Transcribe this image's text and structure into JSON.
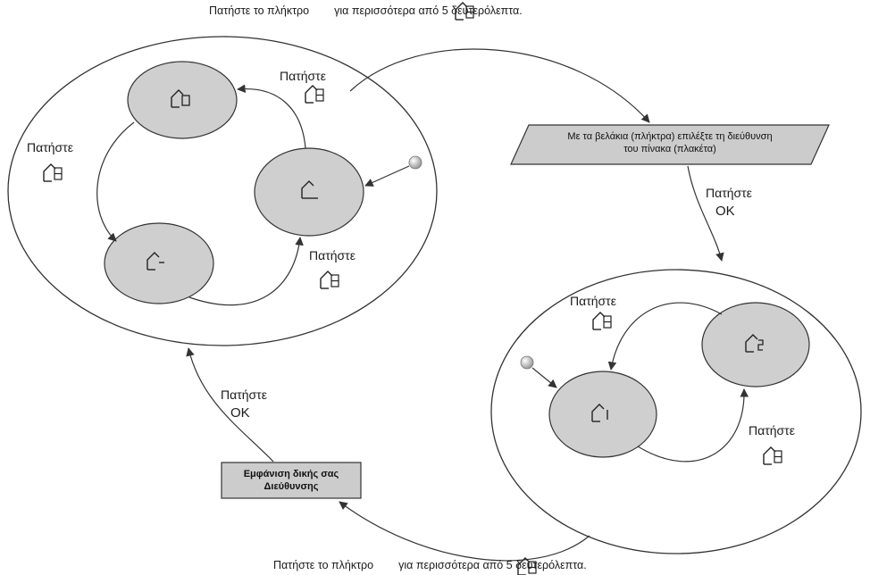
{
  "captions": {
    "top_before": "Πατήστε το πλήκτρο",
    "top_after": "για περισσότερα από 5 δευτερόλεπτα.",
    "bottom_before": "Πατήστε το πλήκτρο",
    "bottom_after": "για περισσότερα από 5 δευτερόλεπτα."
  },
  "labels": {
    "press": "Πατήστε",
    "ok": "OK"
  },
  "parallelogram": {
    "line1": "Με τα βελάκια (πλήκτρα) επιλέξτε τη διεύθυνση",
    "line2": "του πίνακα (πλακέτα)"
  },
  "display_box": {
    "line1": "Εμφάνιση δικής σας",
    "line2": "Διεύθυνσης"
  },
  "state_icons": {
    "left_top": "house-rect-icon",
    "left_right": "house-plain-icon",
    "left_bottom": "house-dash-icon",
    "right_top": "house-2-icon",
    "right_bottom": "house-1-icon"
  },
  "colors": {
    "state_fill": "#cfcfcf",
    "line": "#333333",
    "box_fill": "#cccccc"
  }
}
